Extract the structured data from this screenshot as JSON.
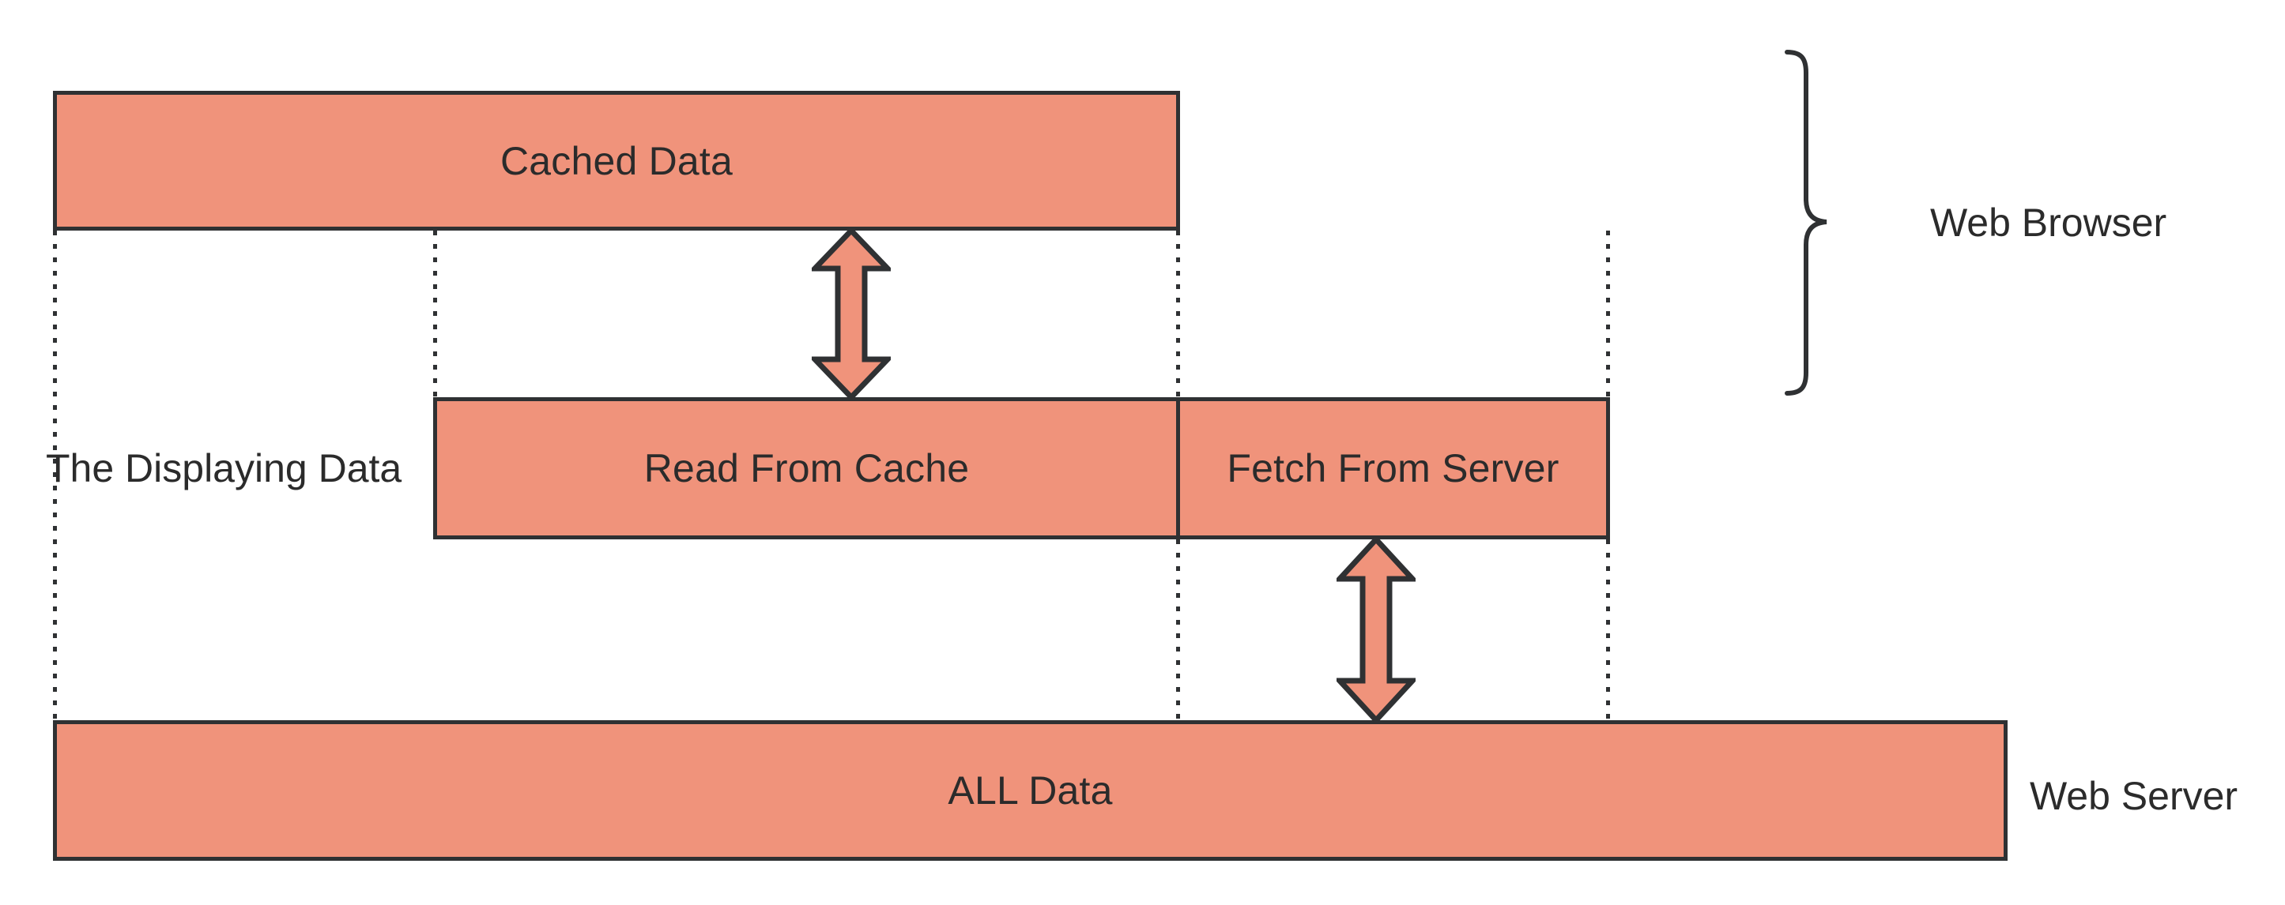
{
  "diagram": {
    "title": "Browser cache data flow diagram",
    "colors": {
      "box_fill": "#F0937B",
      "stroke": "#2F3133",
      "text": "#2B2B2B",
      "background": "#FFFFFF"
    },
    "boxes": [
      {
        "id": "cached-data",
        "label": "Cached Data"
      },
      {
        "id": "read-from-cache",
        "label": "Read From Cache"
      },
      {
        "id": "fetch-from-server",
        "label": "Fetch From Server"
      },
      {
        "id": "all-data",
        "label": "ALL Data"
      }
    ],
    "labels": {
      "displaying_data": "The Displaying Data",
      "web_browser": "Web Browser",
      "web_server": "Web Server"
    },
    "connectors": [
      {
        "id": "arrow-cache-link",
        "type": "double-headed-vertical-arrow",
        "from": "Cached Data",
        "to": "Read From Cache"
      },
      {
        "id": "arrow-server-link",
        "type": "double-headed-vertical-arrow",
        "from": "Fetch From Server",
        "to": "ALL Data"
      }
    ],
    "brace": {
      "id": "brace-web-browser",
      "spans_label": "Web Browser"
    }
  }
}
